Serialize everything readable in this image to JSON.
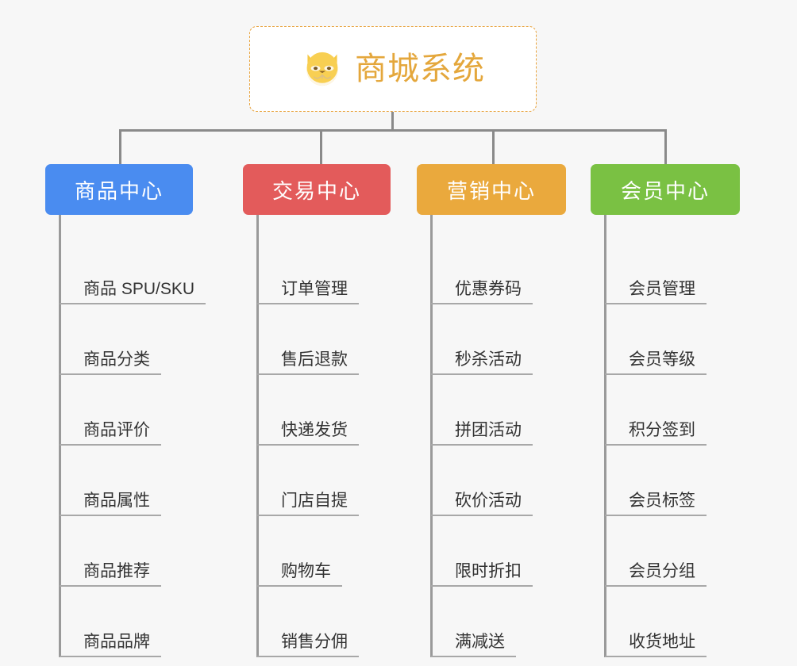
{
  "background_color": "#f7f7f7",
  "root": {
    "title": "商城系统",
    "icon": "dog-face-icon",
    "title_color": "#e4a73c",
    "border_color": "#e8a33d"
  },
  "connector_color": "#8a8a8a",
  "columns": [
    {
      "id": "product-center",
      "title": "商品中心",
      "color": "#4a8cf0",
      "items": [
        {
          "label": "商品 SPU/SKU"
        },
        {
          "label": "商品分类"
        },
        {
          "label": "商品评价"
        },
        {
          "label": "商品属性"
        },
        {
          "label": "商品推荐"
        },
        {
          "label": "商品品牌"
        }
      ]
    },
    {
      "id": "trade-center",
      "title": "交易中心",
      "color": "#e35b5b",
      "items": [
        {
          "label": "订单管理"
        },
        {
          "label": "售后退款"
        },
        {
          "label": "快递发货"
        },
        {
          "label": "门店自提"
        },
        {
          "label": "购物车"
        },
        {
          "label": "销售分佣"
        }
      ]
    },
    {
      "id": "marketing-center",
      "title": "营销中心",
      "color": "#eaa93d",
      "items": [
        {
          "label": "优惠券码"
        },
        {
          "label": "秒杀活动"
        },
        {
          "label": "拼团活动"
        },
        {
          "label": "砍价活动"
        },
        {
          "label": "限时折扣"
        },
        {
          "label": "满减送"
        }
      ]
    },
    {
      "id": "member-center",
      "title": "会员中心",
      "color": "#7ac143",
      "items": [
        {
          "label": "会员管理"
        },
        {
          "label": "会员等级"
        },
        {
          "label": "积分签到"
        },
        {
          "label": "会员标签"
        },
        {
          "label": "会员分组"
        },
        {
          "label": "收货地址"
        }
      ]
    }
  ]
}
